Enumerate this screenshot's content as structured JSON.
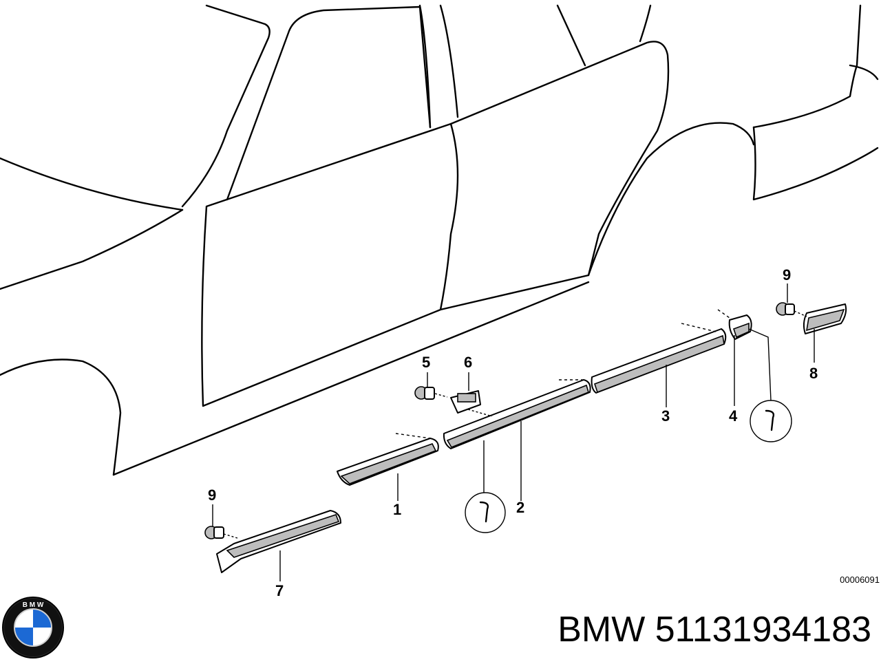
{
  "diagram": {
    "callouts": {
      "c1": "1",
      "c2": "2",
      "c3": "3",
      "c4": "4",
      "c5": "5",
      "c6": "6",
      "c7": "7",
      "c8": "8",
      "c9a": "9",
      "c9b": "9"
    },
    "reference_code": "00006091"
  },
  "footer": {
    "logo_text": "B M W",
    "part_title": "BMW 51131934183"
  },
  "colors": {
    "line": "#000000",
    "background": "#ffffff",
    "logo_blue": "#1c69d4"
  }
}
